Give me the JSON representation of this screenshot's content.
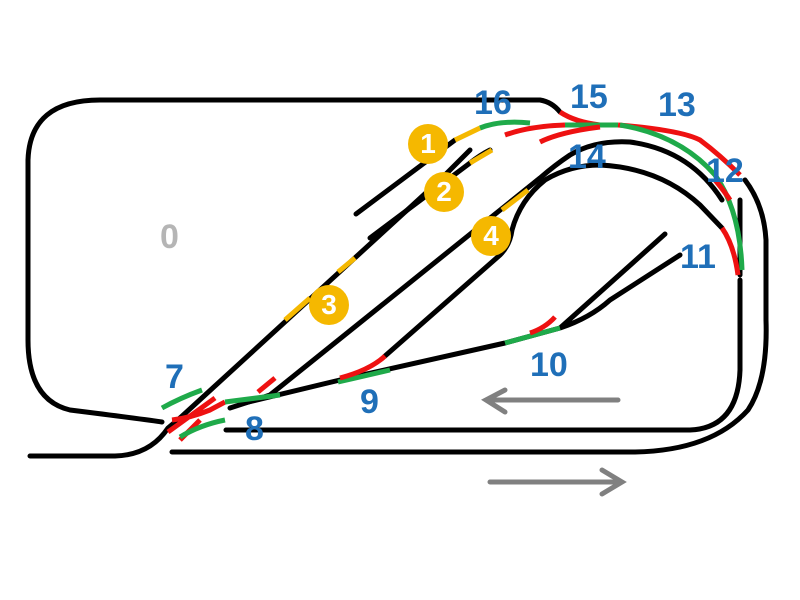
{
  "labels": {
    "zone_0": "0",
    "sw_7": "7",
    "sw_8": "8",
    "sw_9": "9",
    "sw_10": "10",
    "sw_11": "11",
    "sw_12": "12",
    "sw_13": "13",
    "sw_14": "14",
    "sw_15": "15",
    "sw_16": "16"
  },
  "sidings": {
    "s1": "1",
    "s2": "2",
    "s3": "3",
    "s4": "4"
  },
  "colors": {
    "track": "#000000",
    "switch_straight": "#1faa4a",
    "switch_diverge": "#ee1111",
    "siding_end": "#f5b800",
    "label": "#1f6fb8",
    "arrow": "#808080"
  },
  "arrows": [
    "direction-left",
    "direction-right"
  ]
}
